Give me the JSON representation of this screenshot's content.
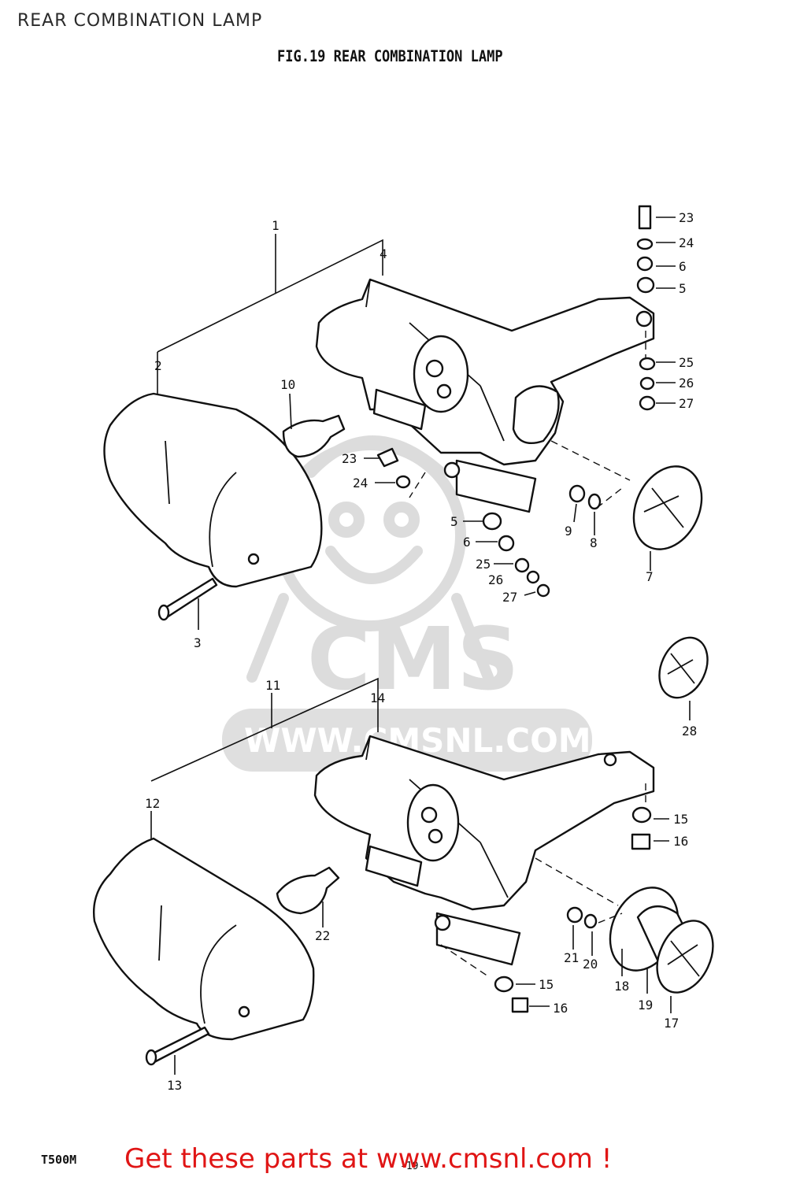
{
  "page_title": "REAR COMBINATION LAMP",
  "figure_title": "FIG.19  REAR COMBINATION LAMP",
  "model_code": "T500M",
  "page_number": "-19-",
  "footer_link": "Get these parts at www.cmsnl.com !",
  "watermark": {
    "brand": "CMS",
    "url": "WWW.CMSNL.COM",
    "color": "#d9d9d9"
  },
  "footer_color": "#e01515",
  "callouts": {
    "upper": [
      "1",
      "2",
      "3",
      "4",
      "5",
      "6",
      "7",
      "8",
      "9",
      "10",
      "23",
      "24",
      "25",
      "26",
      "27"
    ],
    "stack": [
      "23",
      "24",
      "6",
      "5",
      "25",
      "26",
      "27"
    ],
    "lower": [
      "11",
      "12",
      "13",
      "14",
      "15",
      "16",
      "17",
      "18",
      "19",
      "20",
      "21",
      "22"
    ],
    "loose": [
      "28"
    ]
  }
}
